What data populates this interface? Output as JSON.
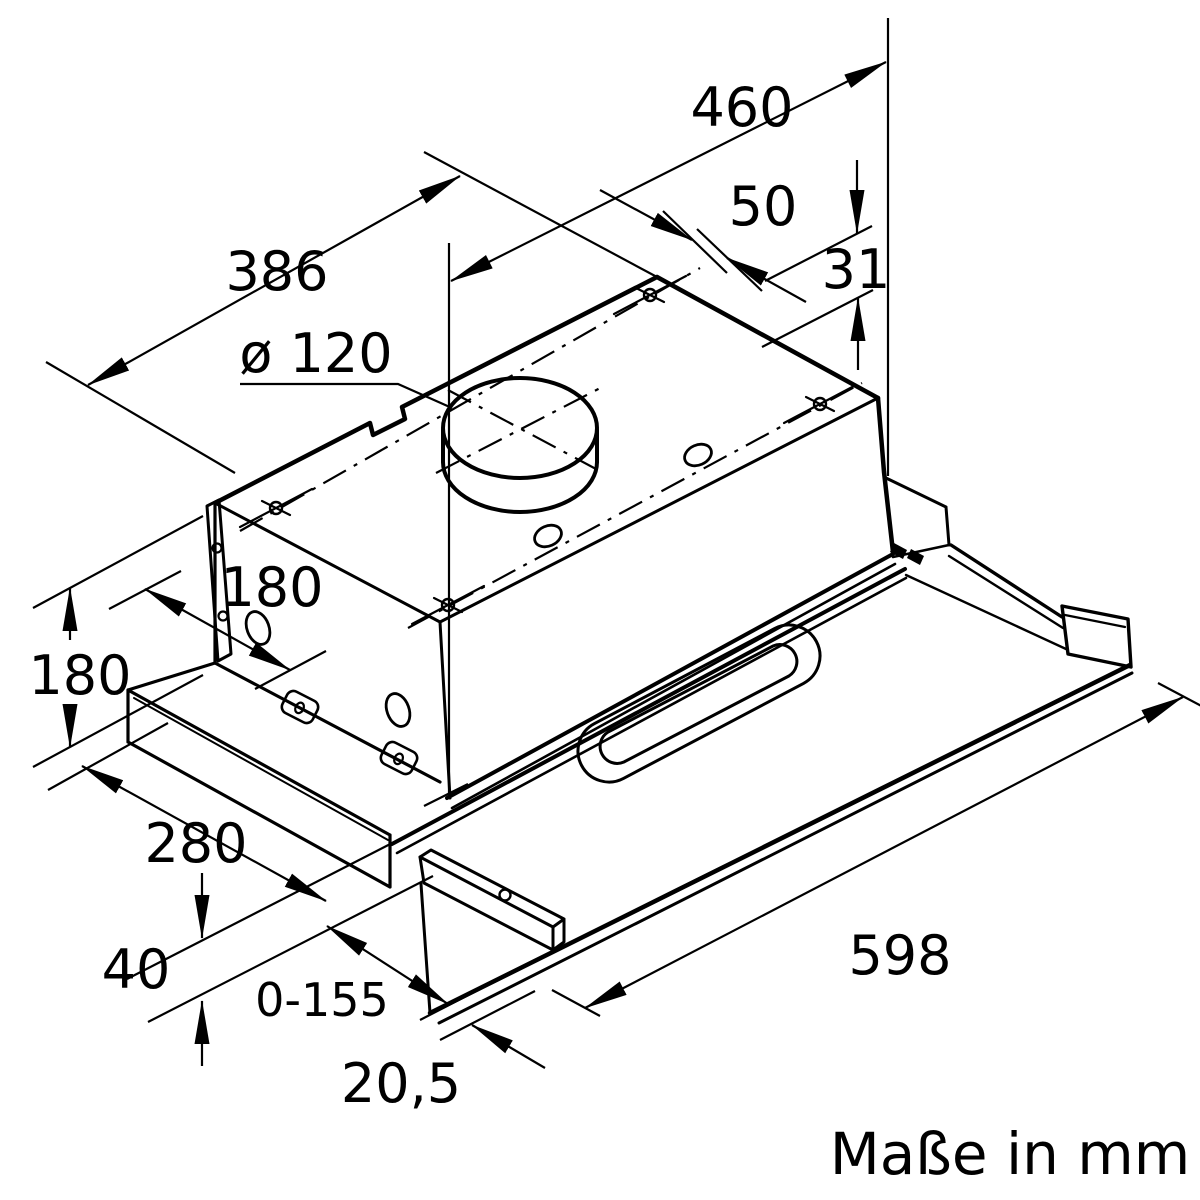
{
  "figure": {
    "caption": "Maße in mm",
    "type": "technical-dimension-drawing",
    "subject": "telescopic cooker hood installation dimensions"
  },
  "dimensions": {
    "d460": "460",
    "d386": "386",
    "d120": "ø 120",
    "d50": "50",
    "d31": "31",
    "d180_depth": "180",
    "d180_height": "180",
    "d280": "280",
    "d40": "40",
    "d0_155": "0-155",
    "d20_5": "20,5",
    "d598": "598"
  }
}
